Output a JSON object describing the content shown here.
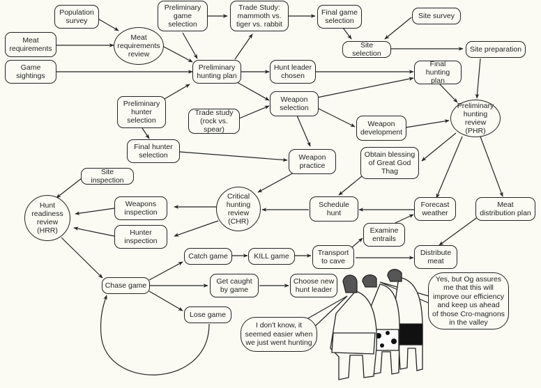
{
  "diagram": {
    "title": "Cave-man hunting process flow",
    "nodes": {
      "population_survey": "Population\nsurvey",
      "meat_requirements": "Meat\nrequirements",
      "game_sightings": "Game\nsightings",
      "meat_requirements_review": "Meat\nrequirements\nreview",
      "preliminary_game_selection": "Preliminary\ngame\nselection",
      "trade_study_game": "Trade Study:\nmammoth vs.\ntiger vs. rabbit",
      "final_game_selection": "Final game\nselection",
      "site_survey": "Site survey",
      "site_selection": "Site selection",
      "site_preparation": "Site preparation",
      "preliminary_hunting_plan": "Preliminary\nhunting plan",
      "hunt_leader_chosen": "Hunt leader\nchosen",
      "final_hunting_plan": "Final hunting\nplan",
      "preliminary_hunter_selection": "Preliminary\nhunter\nselection",
      "trade_study_weapon": "Trade study\n(rock vs. spear)",
      "weapon_selection": "Weapon\nselection",
      "weapon_development": "Weapon\ndevelopment",
      "preliminary_hunting_review": "Preliminary\nhunting review\n(PHR)",
      "final_hunter_selection": "Final hunter\nselection",
      "weapon_practice": "Weapon\npractice",
      "obtain_blessing": "Obtain blessing\nof Great God\nThag",
      "site_inspection": "Site inspection",
      "hunt_readiness_review": "Hunt\nreadiness\nreview\n(HRR)",
      "weapons_inspection": "Weapons\ninspection",
      "hunter_inspection": "Hunter\ninspection",
      "critical_hunting_review": "Critical\nhunting\nreview\n(CHR)",
      "schedule_hunt": "Schedule\nhunt",
      "forecast_weather": "Forecast\nweather",
      "meat_distribution_plan": "Meat\ndistribution plan",
      "examine_entrails": "Examine\nentrails",
      "catch_game": "Catch game",
      "kill_game": "KILL game",
      "transport_to_cave": "Transport\nto cave",
      "distribute_meat": "Distribute\nmeat",
      "chase_game": "Chase game",
      "get_caught_by_game": "Get caught\nby game",
      "choose_new_hunt_leader": "Choose new\nhunt leader",
      "lose_game": "Lose game"
    },
    "speech_bubbles": {
      "left": "I don't know, it\nseemed easier when\nwe just went hunting",
      "right": "Yes, but Og assures\nme that this will\nimprove our efficiency\nand keep us ahead\nof those Cro-magnons\nin the valley"
    },
    "colors": {
      "background": "#fbfbf4",
      "ink": "#222222"
    }
  }
}
